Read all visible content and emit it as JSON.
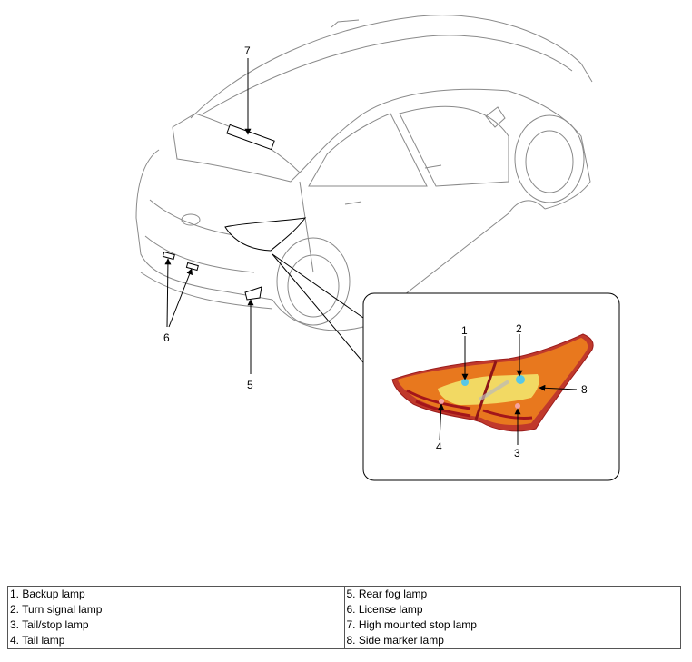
{
  "callouts": {
    "c1": "1",
    "c2": "2",
    "c3": "3",
    "c4": "4",
    "c5": "5",
    "c6": "6",
    "c7": "7",
    "c8": "8"
  },
  "legend": {
    "rows": [
      [
        "1. Backup lamp",
        "5. Rear fog lamp"
      ],
      [
        "2. Turn signal lamp",
        "6. License lamp"
      ],
      [
        "3. Tail/stop lamp",
        "7. High mounted stop lamp"
      ],
      [
        "4. Tail lamp",
        "8. Side marker lamp"
      ]
    ]
  },
  "colors": {
    "lamp_outer": "#c0392b",
    "lamp_orange": "#e8781e",
    "lamp_yellow": "#f3e36a",
    "bulb": "#57c7e8",
    "line": "#888888"
  }
}
